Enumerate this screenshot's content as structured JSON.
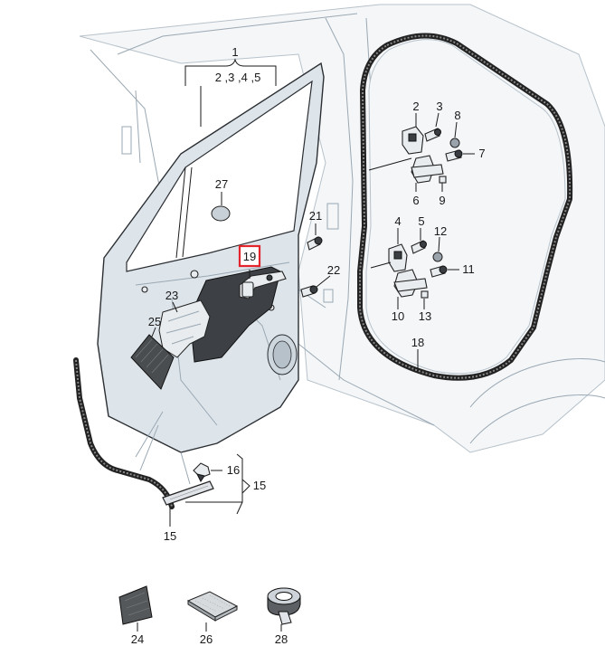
{
  "callouts": {
    "c1": "1",
    "c1_sub": "2 ,3 ,4 ,5",
    "c2": "2",
    "c3": "3",
    "c4": "4",
    "c5": "5",
    "c6": "6",
    "c7": "7",
    "c8": "8",
    "c9": "9",
    "c10": "10",
    "c11": "11",
    "c12": "12",
    "c13": "13",
    "c15a": "15",
    "c15b": "15",
    "c16": "16",
    "c18": "18",
    "c19": "19",
    "c21": "21",
    "c22": "22",
    "c23": "23",
    "c24": "24",
    "c25": "25",
    "c26": "26",
    "c27": "27",
    "c28": "28"
  },
  "highlight": {
    "part": "19",
    "color": "#e4262c"
  }
}
